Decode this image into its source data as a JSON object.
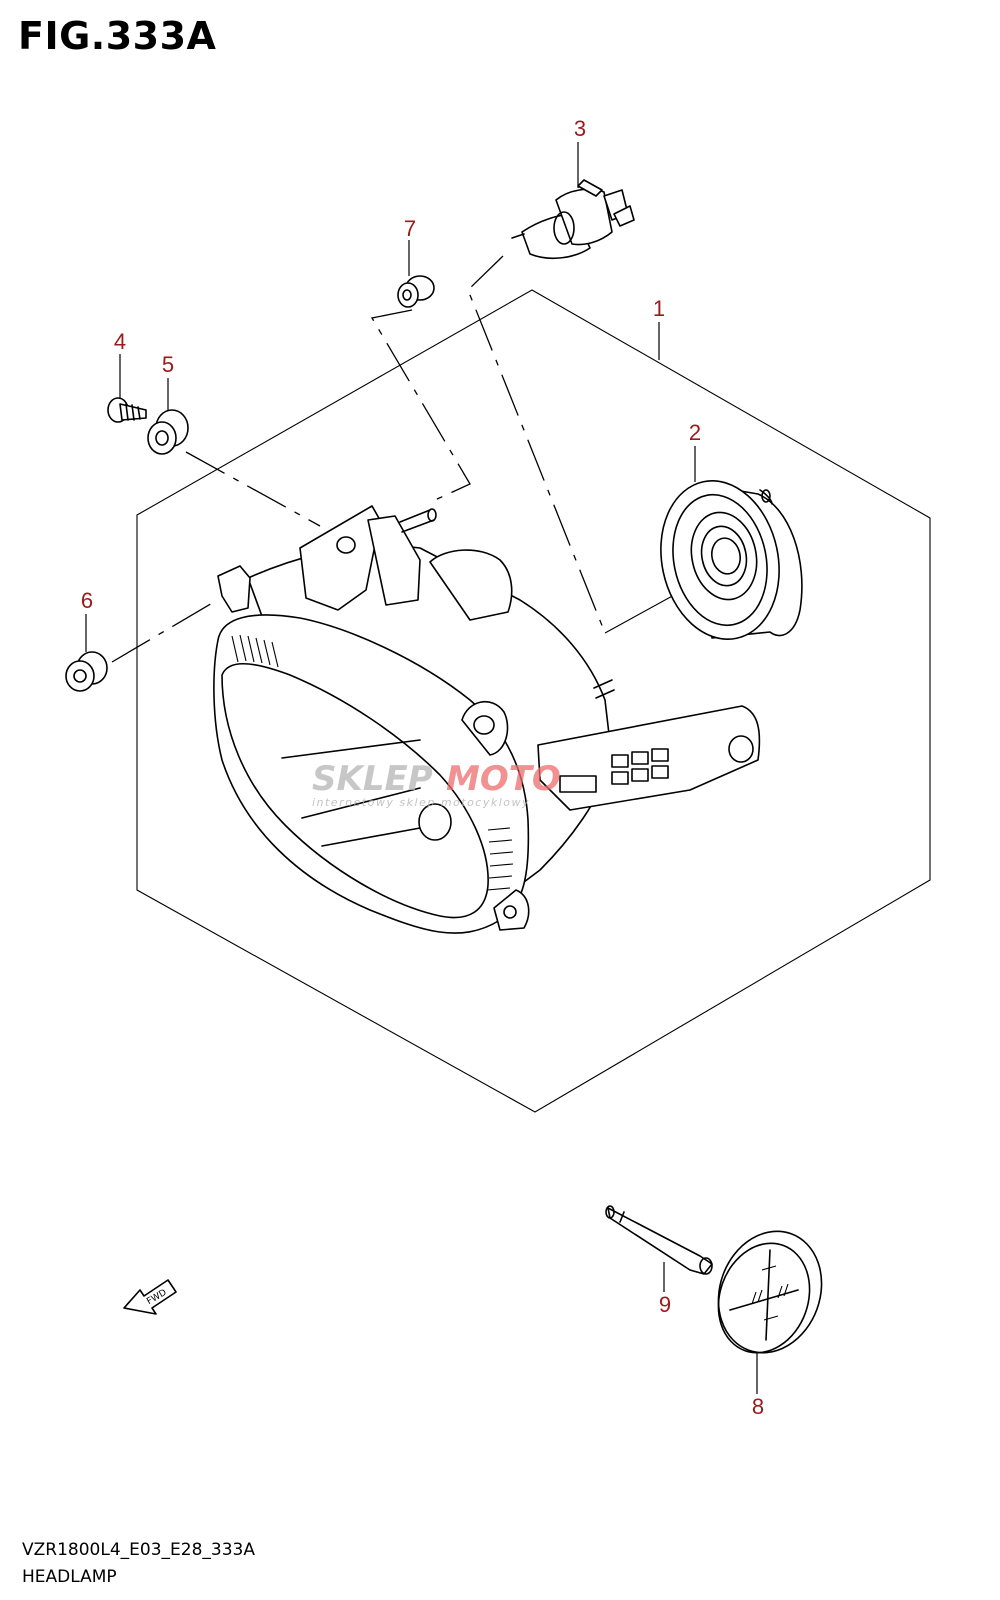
{
  "figure": {
    "title": "FIG.333A",
    "code": "VZR1800L4_E03_E28_333A",
    "name": "HEADLAMP"
  },
  "fwd_label": "FWD",
  "watermark": {
    "brand_part1": "SKLEP",
    "brand_part2": "MOTO",
    "tagline": "internetowy sklep motocyklowy"
  },
  "callouts": [
    {
      "id": "callout-1",
      "label": "1"
    },
    {
      "id": "callout-2",
      "label": "2"
    },
    {
      "id": "callout-3",
      "label": "3"
    },
    {
      "id": "callout-4",
      "label": "4"
    },
    {
      "id": "callout-5",
      "label": "5"
    },
    {
      "id": "callout-6",
      "label": "6"
    },
    {
      "id": "callout-7",
      "label": "7"
    },
    {
      "id": "callout-8",
      "label": "8"
    },
    {
      "id": "callout-9",
      "label": "9"
    }
  ],
  "colors": {
    "callout": "#9b1a1a",
    "line": "#000000",
    "watermark_gray": "#b5b5b5",
    "watermark_red": "#ee6d6d"
  }
}
